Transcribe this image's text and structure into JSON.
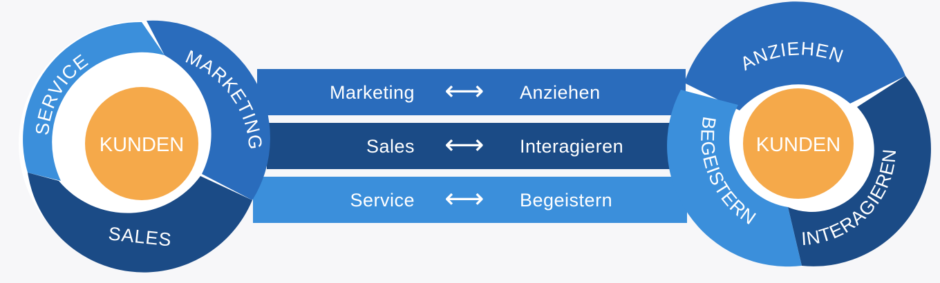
{
  "colors": {
    "dark_blue": "#1b4b86",
    "medium_blue": "#2a6cbc",
    "light_blue": "#3b8fdb",
    "core_orange": "#f5a94a",
    "text": "#ffffff"
  },
  "left_cycle": {
    "core": "KUNDEN",
    "segments": [
      {
        "label": "SERVICE",
        "color": "light"
      },
      {
        "label": "MARKETING",
        "color": "medium"
      },
      {
        "label": "SALES",
        "color": "dark"
      }
    ]
  },
  "right_cycle": {
    "core": "KUNDEN",
    "segments": [
      {
        "label": "ANZIEHEN",
        "color": "medium"
      },
      {
        "label": "INTERAGIEREN",
        "color": "dark"
      },
      {
        "label": "BEGEISTERN",
        "color": "light"
      }
    ]
  },
  "mapping": [
    {
      "from": "Marketing",
      "arrow": "⟷",
      "to": "Anziehen",
      "color": "medium"
    },
    {
      "from": "Sales",
      "arrow": "⟷",
      "to": "Interagieren",
      "color": "dark"
    },
    {
      "from": "Service",
      "arrow": "⟷",
      "to": "Begeistern",
      "color": "light"
    }
  ]
}
